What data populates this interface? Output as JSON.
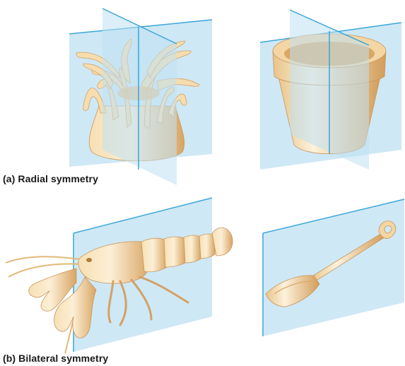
{
  "captions": {
    "radial": "(a) Radial symmetry",
    "bilateral": "(b) Bilateral symmetry"
  },
  "colors": {
    "plane_fill": "#bfe0f2",
    "plane_edge": "#3aa6d8",
    "body_light": "#f9e6c4",
    "body_mid": "#f0cf96",
    "body_dark": "#d9a865"
  },
  "icons": [
    "sea-anemone",
    "flower-pot",
    "lobster",
    "shovel"
  ]
}
